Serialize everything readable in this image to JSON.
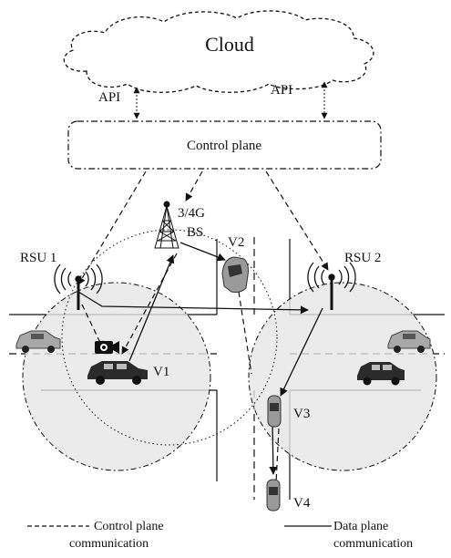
{
  "cloud": {
    "label": "Cloud"
  },
  "api": {
    "left": "API",
    "right": "API"
  },
  "control_plane": {
    "label": "Control plane"
  },
  "base_station": {
    "label_line1": "3/4G",
    "label_line2": "BS"
  },
  "rsu": {
    "left": "RSU 1",
    "right": "RSU 2"
  },
  "vehicles": {
    "v1": "V1",
    "v2": "V2",
    "v3": "V3",
    "v4": "V4"
  },
  "legend": {
    "control": {
      "line1": "Control plane",
      "line2": "communication"
    },
    "data": {
      "line1": "Data plane",
      "line2": "communication"
    }
  },
  "colors": {
    "stroke": "#111111",
    "coverage_fill": "#e6e6e6",
    "vehicle_fill": "#2b2b2b"
  }
}
